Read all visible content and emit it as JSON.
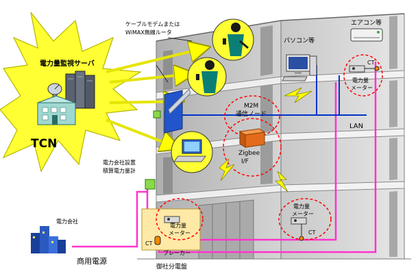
{
  "labels": {
    "tcn": "TCN",
    "monitor_server": "電力量監視サーバ",
    "cable_modem": "ケーブルモデムまたは",
    "wimax_router": "WiMAX無線ルータ",
    "pc": "パソコン等",
    "aircon": "エアコン等",
    "ct_top": "CT",
    "meter_top_1": "電力量",
    "meter_top_2": "メーター",
    "m2m_1": "M2M",
    "m2m_2": "通信ノード",
    "lan": "LAN",
    "zigbee_1": "Zigbee",
    "zigbee_2": "I/F",
    "company_equipment_1": "電力会社設置",
    "company_equipment_2": "積算電力量計",
    "meter_lower_1": "電力量",
    "meter_lower_2": "メーター",
    "meter_right_1": "電力量",
    "meter_right_2": "メーター",
    "ct_right": "CT",
    "power_company": "電力会社",
    "commercial_power": "商用電源",
    "ct_lower": "CT",
    "breaker": "ブレーカー",
    "distribution_panel": "御社分電盤"
  },
  "colors": {
    "burst": "#ffff33",
    "burst_stroke": "#b5b500",
    "arrow": "#ffff00",
    "power_line": "#ff33cc",
    "lan_line": "#0033cc",
    "dashed_circle": "#ff0000",
    "building": "#d8d8d8",
    "building_dark": "#9a9a9a",
    "panel": "#ffe9a6",
    "zigbee_box": "#e36b1b"
  }
}
